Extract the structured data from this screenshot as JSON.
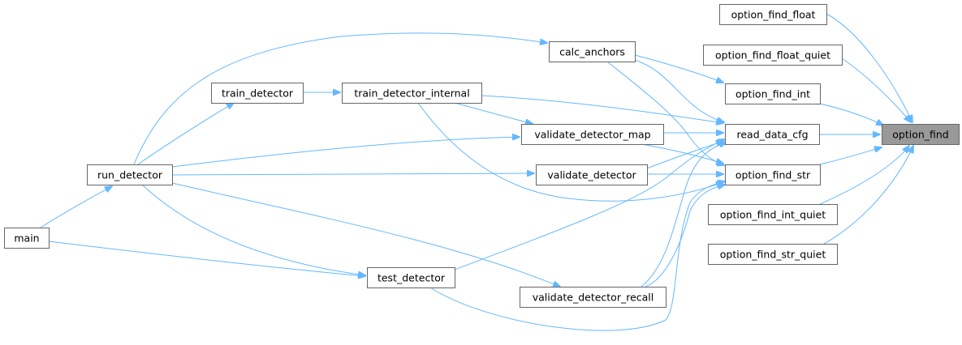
{
  "diagram": {
    "nodes": [
      {
        "id": "option_find",
        "label": "option_find",
        "highlight": true
      },
      {
        "id": "option_find_float",
        "label": "option_find_float"
      },
      {
        "id": "option_find_float_quiet",
        "label": "option_find_float_quiet"
      },
      {
        "id": "option_find_int",
        "label": "option_find_int"
      },
      {
        "id": "read_data_cfg",
        "label": "read_data_cfg"
      },
      {
        "id": "option_find_str",
        "label": "option_find_str"
      },
      {
        "id": "option_find_int_quiet",
        "label": "option_find_int_quiet"
      },
      {
        "id": "option_find_str_quiet",
        "label": "option_find_str_quiet"
      },
      {
        "id": "calc_anchors",
        "label": "calc_anchors"
      },
      {
        "id": "train_detector_internal",
        "label": "train_detector_internal"
      },
      {
        "id": "train_detector",
        "label": "train_detector"
      },
      {
        "id": "validate_detector_map",
        "label": "validate_detector_map"
      },
      {
        "id": "validate_detector",
        "label": "validate_detector"
      },
      {
        "id": "run_detector",
        "label": "run_detector"
      },
      {
        "id": "main",
        "label": "main"
      },
      {
        "id": "test_detector",
        "label": "test_detector"
      },
      {
        "id": "validate_detector_recall",
        "label": "validate_detector_recall"
      }
    ],
    "edges": [
      {
        "from": "option_find_float",
        "to": "option_find"
      },
      {
        "from": "option_find_float_quiet",
        "to": "option_find"
      },
      {
        "from": "option_find_int",
        "to": "option_find"
      },
      {
        "from": "read_data_cfg",
        "to": "option_find"
      },
      {
        "from": "option_find_str",
        "to": "option_find"
      },
      {
        "from": "option_find_int_quiet",
        "to": "option_find"
      },
      {
        "from": "option_find_str_quiet",
        "to": "option_find"
      },
      {
        "from": "calc_anchors",
        "to": "option_find_int"
      },
      {
        "from": "calc_anchors",
        "to": "read_data_cfg"
      },
      {
        "from": "calc_anchors",
        "to": "option_find_str"
      },
      {
        "from": "train_detector_internal",
        "to": "read_data_cfg"
      },
      {
        "from": "train_detector_internal",
        "to": "option_find_str"
      },
      {
        "from": "train_detector_internal",
        "to": "validate_detector_map"
      },
      {
        "from": "train_detector",
        "to": "train_detector_internal"
      },
      {
        "from": "validate_detector_map",
        "to": "read_data_cfg"
      },
      {
        "from": "validate_detector_map",
        "to": "option_find_str"
      },
      {
        "from": "validate_detector",
        "to": "read_data_cfg"
      },
      {
        "from": "validate_detector",
        "to": "option_find_str"
      },
      {
        "from": "run_detector",
        "to": "calc_anchors"
      },
      {
        "from": "run_detector",
        "to": "train_detector"
      },
      {
        "from": "run_detector",
        "to": "validate_detector_map"
      },
      {
        "from": "run_detector",
        "to": "validate_detector"
      },
      {
        "from": "run_detector",
        "to": "read_data_cfg"
      },
      {
        "from": "run_detector",
        "to": "validate_detector_recall"
      },
      {
        "from": "run_detector",
        "to": "test_detector"
      },
      {
        "from": "main",
        "to": "run_detector"
      },
      {
        "from": "main",
        "to": "test_detector"
      },
      {
        "from": "test_detector",
        "to": "read_data_cfg"
      },
      {
        "from": "test_detector",
        "to": "option_find_str"
      },
      {
        "from": "validate_detector_recall",
        "to": "read_data_cfg"
      },
      {
        "from": "validate_detector_recall",
        "to": "option_find_str"
      }
    ],
    "colors": {
      "edge": "#63b8ff",
      "node_border": "#666666",
      "node_fill": "#ffffff",
      "highlight_fill": "#999999",
      "text": "#000000"
    }
  }
}
